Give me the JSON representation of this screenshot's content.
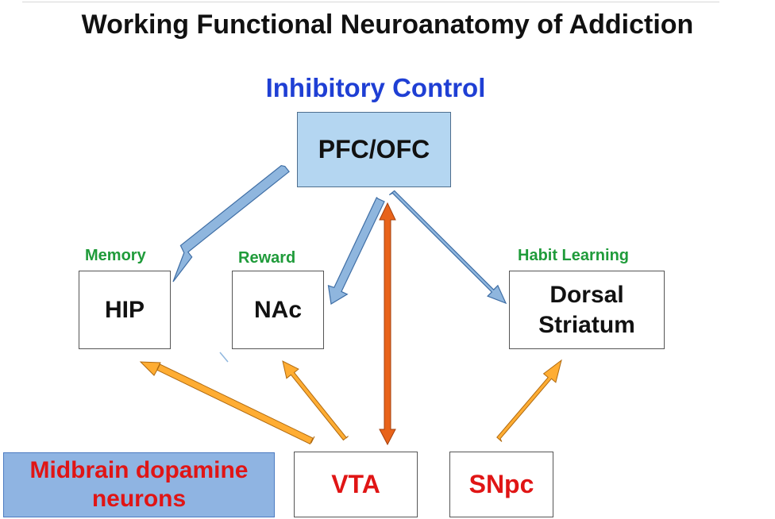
{
  "title": "Working Functional Neuroanatomy of Addiction",
  "heading": "Inhibitory Control",
  "labels": {
    "memory": "Memory",
    "reward": "Reward",
    "habit": "Habit Learning"
  },
  "nodes": {
    "pfc": "PFC/OFC",
    "hip": "HIP",
    "nac": "NAc",
    "dorsal_line1": "Dorsal",
    "dorsal_line2": "Striatum",
    "vta": "VTA",
    "snpc": "SNpc"
  },
  "legend": {
    "line1": "Midbrain dopamine",
    "line2": "neurons"
  },
  "colors": {
    "blue_arrow": "#8fb6de",
    "orange_arrow": "#ffad33",
    "red_orange_arrow": "#e8631a",
    "heading_blue": "#1f3fd4",
    "label_green": "#1f9b3a",
    "node_red": "#e01515"
  }
}
